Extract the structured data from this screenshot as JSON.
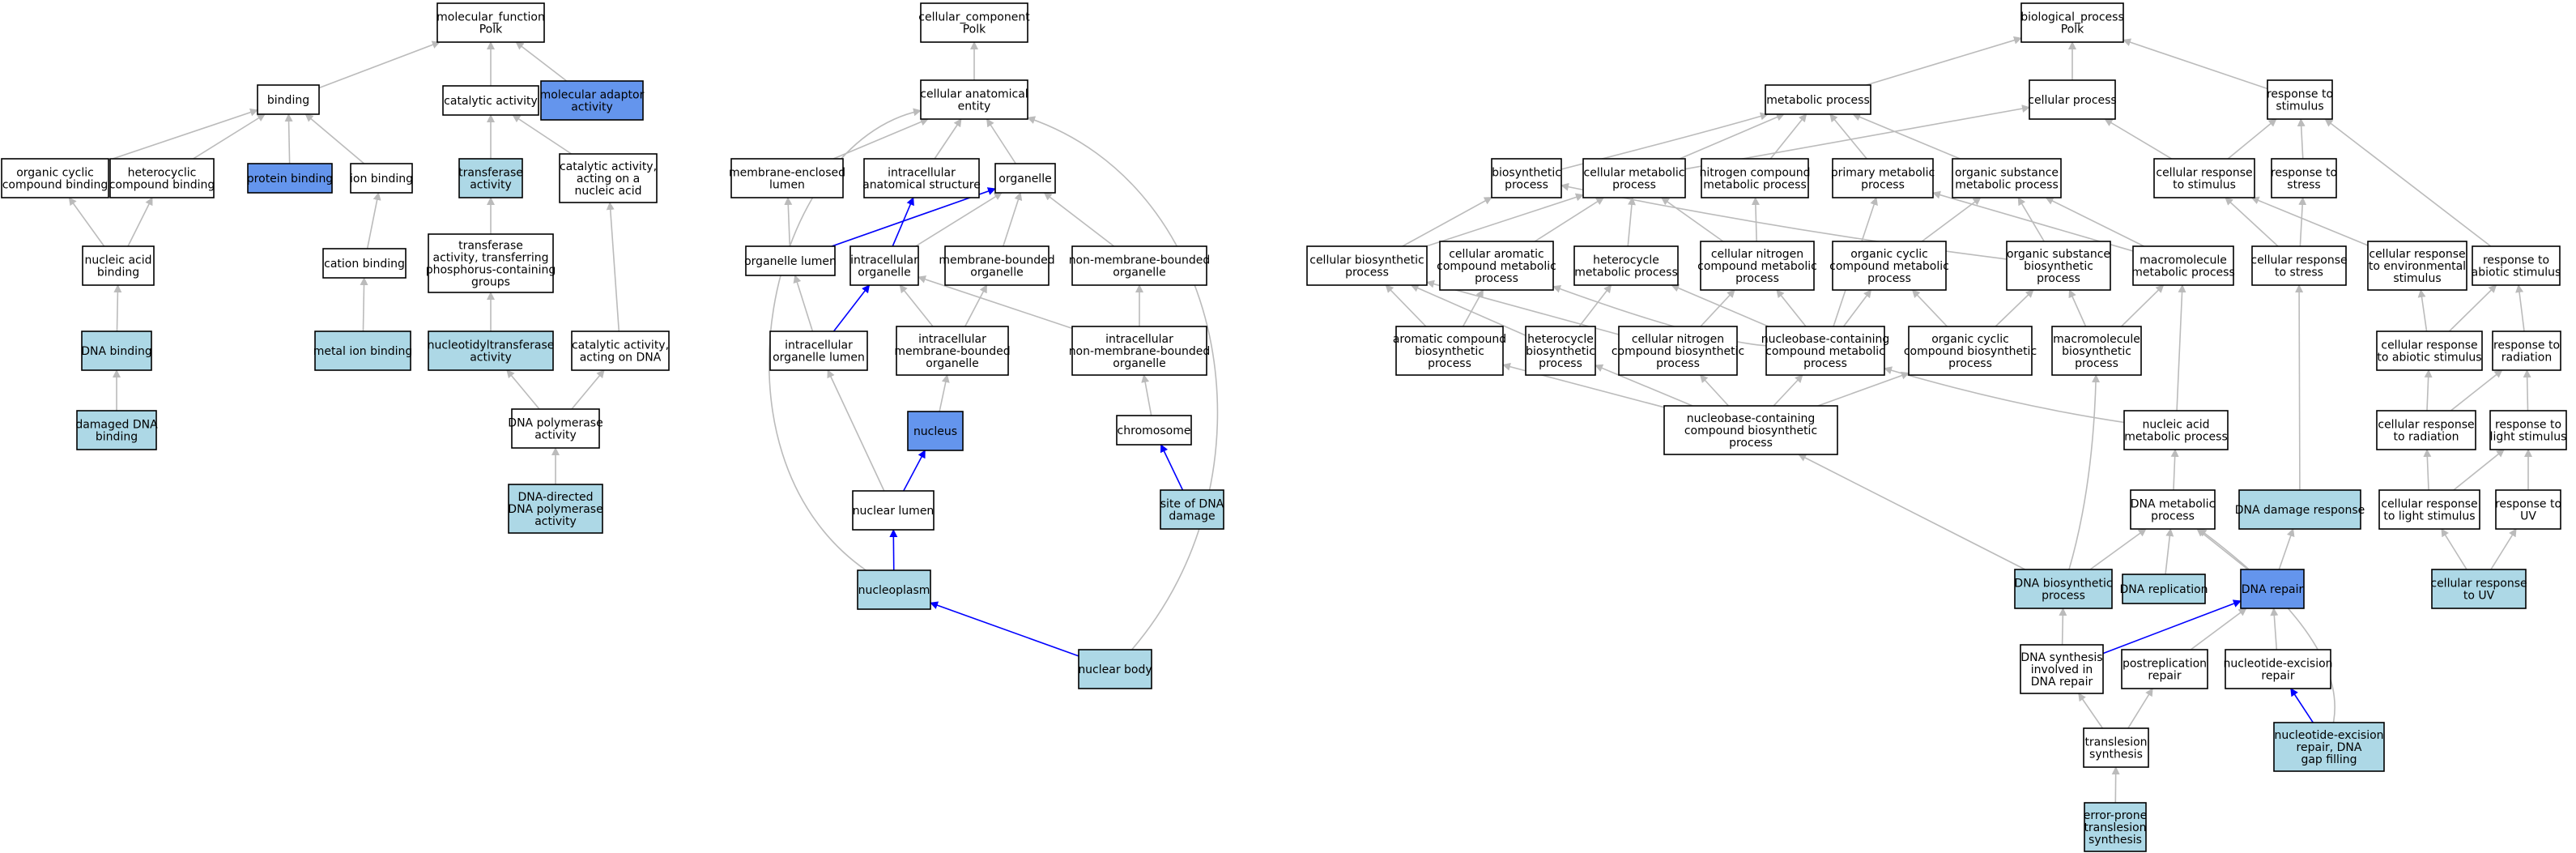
{
  "colors": {
    "plain": "#ffffff",
    "light": "#add8e6",
    "dark": "#6495ed",
    "edge": "#bbbbbb",
    "edge_highlight": "#0000ff"
  },
  "nodes": [
    {
      "id": "mf_root",
      "lines": [
        "molecular_function",
        "Polk"
      ],
      "fill": "plain"
    },
    {
      "id": "binding",
      "lines": [
        "binding"
      ],
      "fill": "plain"
    },
    {
      "id": "catalytic",
      "lines": [
        "catalytic activity"
      ],
      "fill": "plain"
    },
    {
      "id": "mol_adaptor",
      "lines": [
        "molecular adaptor",
        "activity"
      ],
      "fill": "dark"
    },
    {
      "id": "org_cyc_bind",
      "lines": [
        "organic cyclic",
        "compound binding"
      ],
      "fill": "plain"
    },
    {
      "id": "het_bind",
      "lines": [
        "heterocyclic",
        "compound binding"
      ],
      "fill": "plain"
    },
    {
      "id": "protein_bind",
      "lines": [
        "protein binding"
      ],
      "fill": "dark"
    },
    {
      "id": "ion_bind",
      "lines": [
        "ion binding"
      ],
      "fill": "plain"
    },
    {
      "id": "transferase",
      "lines": [
        "transferase",
        "activity"
      ],
      "fill": "light"
    },
    {
      "id": "cat_nucleic",
      "lines": [
        "catalytic activity,",
        "acting on a",
        "nucleic acid"
      ],
      "fill": "plain"
    },
    {
      "id": "nucacid_bind",
      "lines": [
        "nucleic acid",
        "binding"
      ],
      "fill": "plain"
    },
    {
      "id": "cation_bind",
      "lines": [
        "cation binding"
      ],
      "fill": "plain"
    },
    {
      "id": "transf_phos",
      "lines": [
        "transferase",
        "activity, transferring",
        "phosphorus-containing",
        "groups"
      ],
      "fill": "plain"
    },
    {
      "id": "dna_bind",
      "lines": [
        "DNA binding"
      ],
      "fill": "light"
    },
    {
      "id": "metal_ion",
      "lines": [
        "metal ion binding"
      ],
      "fill": "light"
    },
    {
      "id": "nucleotidyl",
      "lines": [
        "nucleotidyltransferase",
        "activity"
      ],
      "fill": "light"
    },
    {
      "id": "cat_dna",
      "lines": [
        "catalytic activity,",
        "acting on DNA"
      ],
      "fill": "plain"
    },
    {
      "id": "damaged_dna",
      "lines": [
        "damaged DNA",
        "binding"
      ],
      "fill": "light"
    },
    {
      "id": "dna_pol",
      "lines": [
        "DNA polymerase",
        "activity"
      ],
      "fill": "plain"
    },
    {
      "id": "dna_dir_pol",
      "lines": [
        "DNA-directed",
        "DNA polymerase",
        "activity"
      ],
      "fill": "light"
    },
    {
      "id": "cc_root",
      "lines": [
        "cellular_component",
        "Polk"
      ],
      "fill": "plain"
    },
    {
      "id": "cae",
      "lines": [
        "cellular anatomical",
        "entity"
      ],
      "fill": "plain"
    },
    {
      "id": "mem_lumen",
      "lines": [
        "membrane-enclosed",
        "lumen"
      ],
      "fill": "plain"
    },
    {
      "id": "ia_struct",
      "lines": [
        "intracellular",
        "anatomical structure"
      ],
      "fill": "plain"
    },
    {
      "id": "organelle",
      "lines": [
        "organelle"
      ],
      "fill": "plain"
    },
    {
      "id": "org_lumen",
      "lines": [
        "organelle lumen"
      ],
      "fill": "plain"
    },
    {
      "id": "ic_org",
      "lines": [
        "intracellular",
        "organelle"
      ],
      "fill": "plain"
    },
    {
      "id": "mb_org",
      "lines": [
        "membrane-bounded",
        "organelle"
      ],
      "fill": "plain"
    },
    {
      "id": "nmb_org",
      "lines": [
        "non-membrane-bounded",
        "organelle"
      ],
      "fill": "plain"
    },
    {
      "id": "ic_org_lumen",
      "lines": [
        "intracellular",
        "organelle lumen"
      ],
      "fill": "plain"
    },
    {
      "id": "ic_mb_org",
      "lines": [
        "intracellular",
        "membrane-bounded",
        "organelle"
      ],
      "fill": "plain"
    },
    {
      "id": "ic_nmb_org",
      "lines": [
        "intracellular",
        "non-membrane-bounded",
        "organelle"
      ],
      "fill": "plain"
    },
    {
      "id": "nucleus",
      "lines": [
        "nucleus"
      ],
      "fill": "dark"
    },
    {
      "id": "chromosome",
      "lines": [
        "chromosome"
      ],
      "fill": "plain"
    },
    {
      "id": "nuc_lumen",
      "lines": [
        "nuclear lumen"
      ],
      "fill": "plain"
    },
    {
      "id": "site_dna_dmg",
      "lines": [
        "site of DNA",
        "damage"
      ],
      "fill": "light"
    },
    {
      "id": "nucleoplasm",
      "lines": [
        "nucleoplasm"
      ],
      "fill": "light"
    },
    {
      "id": "nuc_body",
      "lines": [
        "nuclear body"
      ],
      "fill": "light"
    },
    {
      "id": "bp_root",
      "lines": [
        "biological_process",
        "Polk"
      ],
      "fill": "plain"
    },
    {
      "id": "metab",
      "lines": [
        "metabolic process"
      ],
      "fill": "plain"
    },
    {
      "id": "cell_proc",
      "lines": [
        "cellular process"
      ],
      "fill": "plain"
    },
    {
      "id": "resp_stim",
      "lines": [
        "response to",
        "stimulus"
      ],
      "fill": "plain"
    },
    {
      "id": "biosynth",
      "lines": [
        "biosynthetic",
        "process"
      ],
      "fill": "plain"
    },
    {
      "id": "cell_metab",
      "lines": [
        "cellular metabolic",
        "process"
      ],
      "fill": "plain"
    },
    {
      "id": "nitro_metab",
      "lines": [
        "nitrogen compound",
        "metabolic process"
      ],
      "fill": "plain"
    },
    {
      "id": "prim_metab",
      "lines": [
        "primary metabolic",
        "process"
      ],
      "fill": "plain"
    },
    {
      "id": "org_sub_metab",
      "lines": [
        "organic substance",
        "metabolic process"
      ],
      "fill": "plain"
    },
    {
      "id": "cell_resp_stim",
      "lines": [
        "cellular response",
        "to stimulus"
      ],
      "fill": "plain"
    },
    {
      "id": "resp_stress",
      "lines": [
        "response to",
        "stress"
      ],
      "fill": "plain"
    },
    {
      "id": "cell_biosynth",
      "lines": [
        "cellular biosynthetic",
        "process"
      ],
      "fill": "plain"
    },
    {
      "id": "cell_arom",
      "lines": [
        "cellular aromatic",
        "compound metabolic",
        "process"
      ],
      "fill": "plain"
    },
    {
      "id": "hetero_metab",
      "lines": [
        "heterocycle",
        "metabolic process"
      ],
      "fill": "plain"
    },
    {
      "id": "cell_nitro",
      "lines": [
        "cellular nitrogen",
        "compound metabolic",
        "process"
      ],
      "fill": "plain"
    },
    {
      "id": "org_cyc_metab",
      "lines": [
        "organic cyclic",
        "compound metabolic",
        "process"
      ],
      "fill": "plain"
    },
    {
      "id": "org_sub_bios",
      "lines": [
        "organic substance",
        "biosynthetic",
        "process"
      ],
      "fill": "plain"
    },
    {
      "id": "macro_metab",
      "lines": [
        "macromolecule",
        "metabolic process"
      ],
      "fill": "plain"
    },
    {
      "id": "cell_resp_stress",
      "lines": [
        "cellular response",
        "to stress"
      ],
      "fill": "plain"
    },
    {
      "id": "cell_resp_env",
      "lines": [
        "cellular response",
        "to environmental",
        "stimulus"
      ],
      "fill": "plain"
    },
    {
      "id": "resp_abiotic",
      "lines": [
        "response to",
        "abiotic stimulus"
      ],
      "fill": "plain"
    },
    {
      "id": "arom_bios",
      "lines": [
        "aromatic compound",
        "biosynthetic",
        "process"
      ],
      "fill": "plain"
    },
    {
      "id": "hetero_bios",
      "lines": [
        "heterocycle",
        "biosynthetic",
        "process"
      ],
      "fill": "plain"
    },
    {
      "id": "cell_nitro_bios",
      "lines": [
        "cellular nitrogen",
        "compound biosynthetic",
        "process"
      ],
      "fill": "plain"
    },
    {
      "id": "nucb_metab",
      "lines": [
        "nucleobase-containing",
        "compound metabolic",
        "process"
      ],
      "fill": "plain"
    },
    {
      "id": "org_cyc_bios",
      "lines": [
        "organic cyclic",
        "compound biosynthetic",
        "process"
      ],
      "fill": "plain"
    },
    {
      "id": "macro_bios",
      "lines": [
        "macromolecule",
        "biosynthetic",
        "process"
      ],
      "fill": "plain"
    },
    {
      "id": "cell_resp_abiotic",
      "lines": [
        "cellular response",
        "to abiotic stimulus"
      ],
      "fill": "plain"
    },
    {
      "id": "resp_rad",
      "lines": [
        "response to",
        "radiation"
      ],
      "fill": "plain"
    },
    {
      "id": "nucb_bios",
      "lines": [
        "nucleobase-containing",
        "compound biosynthetic",
        "process"
      ],
      "fill": "plain"
    },
    {
      "id": "nucacid_metab",
      "lines": [
        "nucleic acid",
        "metabolic process"
      ],
      "fill": "plain"
    },
    {
      "id": "cell_resp_rad",
      "lines": [
        "cellular response",
        "to radiation"
      ],
      "fill": "plain"
    },
    {
      "id": "resp_light",
      "lines": [
        "response to",
        "light stimulus"
      ],
      "fill": "plain"
    },
    {
      "id": "dna_metab",
      "lines": [
        "DNA metabolic",
        "process"
      ],
      "fill": "plain"
    },
    {
      "id": "dna_dmg_resp",
      "lines": [
        "DNA damage response"
      ],
      "fill": "light"
    },
    {
      "id": "cell_resp_light",
      "lines": [
        "cellular response",
        "to light stimulus"
      ],
      "fill": "plain"
    },
    {
      "id": "resp_uv",
      "lines": [
        "response to",
        "UV"
      ],
      "fill": "plain"
    },
    {
      "id": "dna_bios",
      "lines": [
        "DNA biosynthetic",
        "process"
      ],
      "fill": "light"
    },
    {
      "id": "dna_rep",
      "lines": [
        "DNA replication"
      ],
      "fill": "light"
    },
    {
      "id": "dna_repair",
      "lines": [
        "DNA repair"
      ],
      "fill": "dark"
    },
    {
      "id": "cell_resp_uv",
      "lines": [
        "cellular response",
        "to UV"
      ],
      "fill": "light"
    },
    {
      "id": "dna_synth_repair",
      "lines": [
        "DNA synthesis",
        "involved in",
        "DNA repair"
      ],
      "fill": "plain"
    },
    {
      "id": "postrep",
      "lines": [
        "postreplication",
        "repair"
      ],
      "fill": "plain"
    },
    {
      "id": "ner",
      "lines": [
        "nucleotide-excision",
        "repair"
      ],
      "fill": "plain"
    },
    {
      "id": "transl_synth",
      "lines": [
        "translesion",
        "synthesis"
      ],
      "fill": "plain"
    },
    {
      "id": "ner_gap",
      "lines": [
        "nucleotide-excision",
        "repair, DNA",
        "gap filling"
      ],
      "fill": "light"
    },
    {
      "id": "err_prone",
      "lines": [
        "error-prone",
        "translesion",
        "synthesis"
      ],
      "fill": "light"
    }
  ],
  "edges": [
    [
      "binding",
      "mf_root"
    ],
    [
      "catalytic",
      "mf_root"
    ],
    [
      "mol_adaptor",
      "mf_root"
    ],
    [
      "org_cyc_bind",
      "binding"
    ],
    [
      "het_bind",
      "binding"
    ],
    [
      "protein_bind",
      "binding"
    ],
    [
      "ion_bind",
      "binding"
    ],
    [
      "transferase",
      "catalytic"
    ],
    [
      "cat_nucleic",
      "catalytic"
    ],
    [
      "nucacid_bind",
      "org_cyc_bind"
    ],
    [
      "nucacid_bind",
      "het_bind"
    ],
    [
      "cation_bind",
      "ion_bind"
    ],
    [
      "transf_phos",
      "transferase"
    ],
    [
      "dna_bind",
      "nucacid_bind"
    ],
    [
      "metal_ion",
      "cation_bind"
    ],
    [
      "nucleotidyl",
      "transf_phos"
    ],
    [
      "cat_dna",
      "cat_nucleic"
    ],
    [
      "damaged_dna",
      "dna_bind"
    ],
    [
      "dna_pol",
      "nucleotidyl"
    ],
    [
      "dna_pol",
      "cat_dna"
    ],
    [
      "dna_dir_pol",
      "dna_pol"
    ],
    [
      "cae",
      "cc_root"
    ],
    [
      "mem_lumen",
      "cae"
    ],
    [
      "ia_struct",
      "cae"
    ],
    [
      "organelle",
      "cae"
    ],
    [
      "org_lumen",
      "mem_lumen"
    ],
    [
      "org_lumen",
      "organelle"
    ],
    [
      "ic_org",
      "ia_struct",
      "hl"
    ],
    [
      "ic_org",
      "organelle"
    ],
    [
      "mb_org",
      "organelle"
    ],
    [
      "nmb_org",
      "organelle"
    ],
    [
      "ic_org_lumen",
      "org_lumen"
    ],
    [
      "ic_org_lumen",
      "ic_org",
      "hl"
    ],
    [
      "ic_mb_org",
      "ic_org"
    ],
    [
      "ic_mb_org",
      "mb_org"
    ],
    [
      "ic_nmb_org",
      "ic_org"
    ],
    [
      "ic_nmb_org",
      "nmb_org"
    ],
    [
      "nucleus",
      "ic_mb_org"
    ],
    [
      "chromosome",
      "ic_nmb_org"
    ],
    [
      "nuc_lumen",
      "nucleus",
      "hl"
    ],
    [
      "nuc_lumen",
      "ic_org_lumen"
    ],
    [
      "site_dna_dmg",
      "chromosome",
      "hl"
    ],
    [
      "nucleoplasm",
      "nuc_lumen",
      "hl"
    ],
    [
      "nucleoplasm",
      "cae"
    ],
    [
      "nuc_body",
      "nucleoplasm",
      "hl"
    ],
    [
      "nuc_body",
      "cae"
    ],
    [
      "org_lumen",
      "organelle",
      "hl"
    ],
    [
      "metab",
      "bp_root"
    ],
    [
      "cell_proc",
      "bp_root"
    ],
    [
      "resp_stim",
      "bp_root"
    ],
    [
      "biosynth",
      "metab"
    ],
    [
      "cell_metab",
      "metab"
    ],
    [
      "cell_metab",
      "cell_proc"
    ],
    [
      "nitro_metab",
      "metab"
    ],
    [
      "prim_metab",
      "metab"
    ],
    [
      "org_sub_metab",
      "metab"
    ],
    [
      "cell_resp_stim",
      "cell_proc"
    ],
    [
      "cell_resp_stim",
      "resp_stim"
    ],
    [
      "resp_stress",
      "resp_stim"
    ],
    [
      "cell_biosynth",
      "biosynth"
    ],
    [
      "cell_biosynth",
      "cell_metab"
    ],
    [
      "cell_arom",
      "cell_metab"
    ],
    [
      "hetero_metab",
      "cell_metab"
    ],
    [
      "cell_nitro",
      "cell_metab"
    ],
    [
      "cell_nitro",
      "nitro_metab"
    ],
    [
      "org_cyc_metab",
      "org_sub_metab"
    ],
    [
      "org_sub_bios",
      "org_sub_metab"
    ],
    [
      "org_sub_bios",
      "biosynth"
    ],
    [
      "macro_metab",
      "org_sub_metab"
    ],
    [
      "macro_metab",
      "prim_metab"
    ],
    [
      "cell_resp_stress",
      "cell_resp_stim"
    ],
    [
      "cell_resp_stress",
      "resp_stress"
    ],
    [
      "cell_resp_env",
      "cell_resp_stim"
    ],
    [
      "resp_abiotic",
      "resp_stim"
    ],
    [
      "arom_bios",
      "cell_arom"
    ],
    [
      "arom_bios",
      "cell_biosynth"
    ],
    [
      "hetero_bios",
      "hetero_metab"
    ],
    [
      "hetero_bios",
      "cell_biosynth"
    ],
    [
      "cell_nitro_bios",
      "cell_nitro"
    ],
    [
      "cell_nitro_bios",
      "cell_biosynth"
    ],
    [
      "nucb_metab",
      "cell_arom"
    ],
    [
      "nucb_metab",
      "hetero_metab"
    ],
    [
      "nucb_metab",
      "cell_nitro"
    ],
    [
      "nucb_metab",
      "org_cyc_metab"
    ],
    [
      "nucb_metab",
      "prim_metab"
    ],
    [
      "org_cyc_bios",
      "org_cyc_metab"
    ],
    [
      "org_cyc_bios",
      "org_sub_bios"
    ],
    [
      "macro_bios",
      "macro_metab"
    ],
    [
      "macro_bios",
      "org_sub_bios"
    ],
    [
      "cell_resp_abiotic",
      "cell_resp_env"
    ],
    [
      "cell_resp_abiotic",
      "resp_abiotic"
    ],
    [
      "resp_rad",
      "resp_abiotic"
    ],
    [
      "nucb_bios",
      "nucb_metab"
    ],
    [
      "nucb_bios",
      "arom_bios"
    ],
    [
      "nucb_bios",
      "hetero_bios"
    ],
    [
      "nucb_bios",
      "cell_nitro_bios"
    ],
    [
      "nucb_bios",
      "org_cyc_bios"
    ],
    [
      "nucacid_metab",
      "nucb_metab"
    ],
    [
      "nucacid_metab",
      "macro_metab"
    ],
    [
      "cell_resp_rad",
      "cell_resp_abiotic"
    ],
    [
      "cell_resp_rad",
      "resp_rad"
    ],
    [
      "resp_light",
      "resp_rad"
    ],
    [
      "dna_metab",
      "nucacid_metab"
    ],
    [
      "dna_dmg_resp",
      "cell_resp_stress"
    ],
    [
      "cell_resp_light",
      "cell_resp_rad"
    ],
    [
      "cell_resp_light",
      "resp_light"
    ],
    [
      "resp_uv",
      "resp_light"
    ],
    [
      "dna_bios",
      "dna_metab"
    ],
    [
      "dna_bios",
      "nucb_bios"
    ],
    [
      "dna_bios",
      "macro_bios"
    ],
    [
      "dna_rep",
      "dna_metab"
    ],
    [
      "dna_repair",
      "dna_metab"
    ],
    [
      "dna_repair",
      "dna_dmg_resp"
    ],
    [
      "cell_resp_uv",
      "cell_resp_light"
    ],
    [
      "cell_resp_uv",
      "resp_uv"
    ],
    [
      "dna_synth_repair",
      "dna_bios"
    ],
    [
      "dna_synth_repair",
      "dna_repair",
      "hl"
    ],
    [
      "postrep",
      "dna_repair"
    ],
    [
      "ner",
      "dna_repair"
    ],
    [
      "transl_synth",
      "dna_synth_repair"
    ],
    [
      "transl_synth",
      "postrep"
    ],
    [
      "ner_gap",
      "ner",
      "hl"
    ],
    [
      "ner_gap",
      "dna_metab"
    ],
    [
      "err_prone",
      "transl_synth"
    ]
  ]
}
